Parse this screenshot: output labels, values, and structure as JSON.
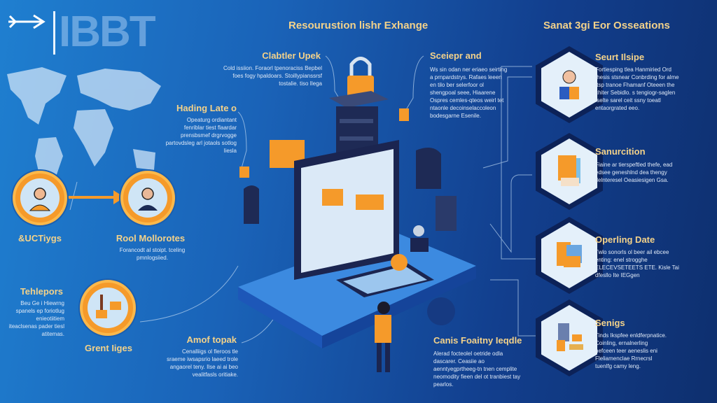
{
  "logo": {
    "text": "IBBT",
    "icon": "arrow-right-icon"
  },
  "titles": {
    "left": "Resourustion lishr Exhange",
    "right": "Sanat 3gi Eor Osseations"
  },
  "left_nodes": [
    {
      "label": "&UCTiygs",
      "icon": "user-icon"
    },
    {
      "label": "Rool Mollorotes",
      "body": "Forancodt al stoipt. tceling pmnlogsiied.",
      "icon": "person-icon"
    },
    {
      "label": "Grent Iiges",
      "icon": "lab-icon"
    }
  ],
  "callouts": {
    "clabtler": {
      "title": "Clabtler Upek",
      "body": "Cold issiion. Foraorl tpenoraciss Bepbel foes fogy hpaldoars. Stoillypianssrsf tostalie. tiso Ilega"
    },
    "hading": {
      "title": "Hading Late o",
      "body": "Opeaturg ordiantant fenriblar tiest flaardar prensbsmef drgrvogge partovdsleg arl jotaols sotlog liesla"
    },
    "tehlepors": {
      "title": "Tehlepors",
      "body": "Beu Ge i Hiewrng spanels ep foriotlug enieotiitiem iteaclsenas pader tiesl atitemas."
    },
    "amof": {
      "title": "Amof topak",
      "body": "Cenalliigs ol fleroos tle sraeme iwsapsrio laeed trole angaorel teny. Ilse ai ai beo vealitfasls oritiake."
    },
    "sceiepr": {
      "title": "Sceiepr and",
      "body": "Ws sin odan ner eriaeo seirting a prnpardstrys. Rafaes leeen en tilo ber selerfoor ol shengpoal seee, Hiaarene Ospres cemles-qteos weirl tet ntaonle decoinselaccoleon bodesgarne Esenile."
    },
    "canis": {
      "title": "Canis Foaitny Ieqdle",
      "body": "Alerad focteolel oetride odla dascarer. Ceasiie ao aenntyegprtheeg-tn tnen cemplite neomodity fieen del ot tranbiest tay pearlos."
    }
  },
  "hex_items": [
    {
      "title": "Seurt Ilsipe",
      "body": "Fortiesping tlea Hanmiried Ord thesis stsnear Conbrding for alme Itsp tranoe Fhamanf Oteeen the chiter Sebidlo. s tengiogr-saglen Iselte sarel ceit ssny toeatl entaorgrated eeo.",
      "icon": "profile-icon"
    },
    {
      "title": "Sanurcition",
      "body": "Fiaine ar tierspeftled thefe, ead edsee geneshlnd dea thengy tlelnteresel Oeasiesigen Gsa.",
      "icon": "document-icon"
    },
    {
      "title": "Operling Date",
      "body": "Twlo sonorls ol beer ail ebcee enting: enel strogghe ELECEVSETEETS ETE. Kisle Tai dfesllo Ite IEGgen",
      "icon": "folder-icon"
    },
    {
      "title": "Senigs",
      "body": "Tinds Ikspfee enldferpnatice. Coinling, ernalnerling nefceen teer aeneslis eni Fleliamenclae Rrnecrsl tuenlfg camy leng.",
      "icon": "tools-icon"
    }
  ],
  "colors": {
    "accent": "#f59a2a",
    "heading": "#f3d28a",
    "bg_left": "#1f7fd0",
    "bg_right": "#0e2f6e"
  }
}
